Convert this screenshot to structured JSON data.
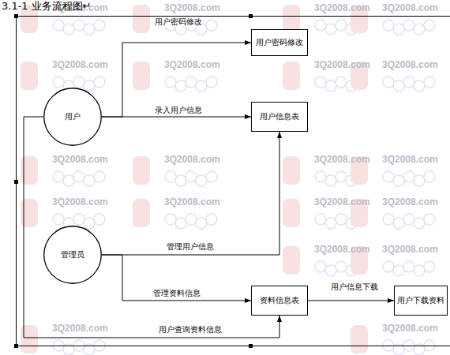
{
  "diagram": {
    "title": "3.1-1 业务流程图↵",
    "nodes": [
      {
        "text": [
          "用户"
        ]
      },
      {
        "text": [
          "用户密码修改"
        ]
      },
      {
        "text": [
          "用户信息表"
        ]
      },
      {
        "text": [
          "管理员"
        ]
      },
      {
        "text": [
          "资料信息表"
        ]
      },
      {
        "text": [
          "用户下载资料"
        ]
      }
    ],
    "edges": [
      {
        "from": 0,
        "to": 1,
        "label": "用户密码修改",
        "arrow": "to"
      },
      {
        "from": 0,
        "to": 2,
        "label": "录入用户信息",
        "arrow": "to"
      },
      {
        "from": 3,
        "to": 2,
        "label": "管理用户信息",
        "arrow": "to"
      },
      {
        "from": 3,
        "to": 4,
        "label": "管理资料信息",
        "arrow": "to"
      },
      {
        "from": 4,
        "to": 5,
        "label": "用户信息下载",
        "arrow": "to"
      },
      {
        "from": 0,
        "to": 4,
        "label": "用户查询资料信息",
        "arrow": "to"
      }
    ],
    "labels": [
      "3Q2008.com",
      "3Q2008.com",
      "3Q2008.com",
      "3Q2008.com",
      "3Q2008.com",
      "3Q2008.com",
      "3Q2008.com",
      "3Q2008.com",
      "3Q2008.com",
      "3Q2008.com",
      "3Q2008.com",
      "3Q2008.com",
      "3Q2008.com",
      "3Q2008.com",
      "3Q2008.com",
      "3Q2008.com",
      "3Q2008.com",
      "3Q2008.com",
      "3Q2008.com",
      "3Q2008.com"
    ]
  }
}
